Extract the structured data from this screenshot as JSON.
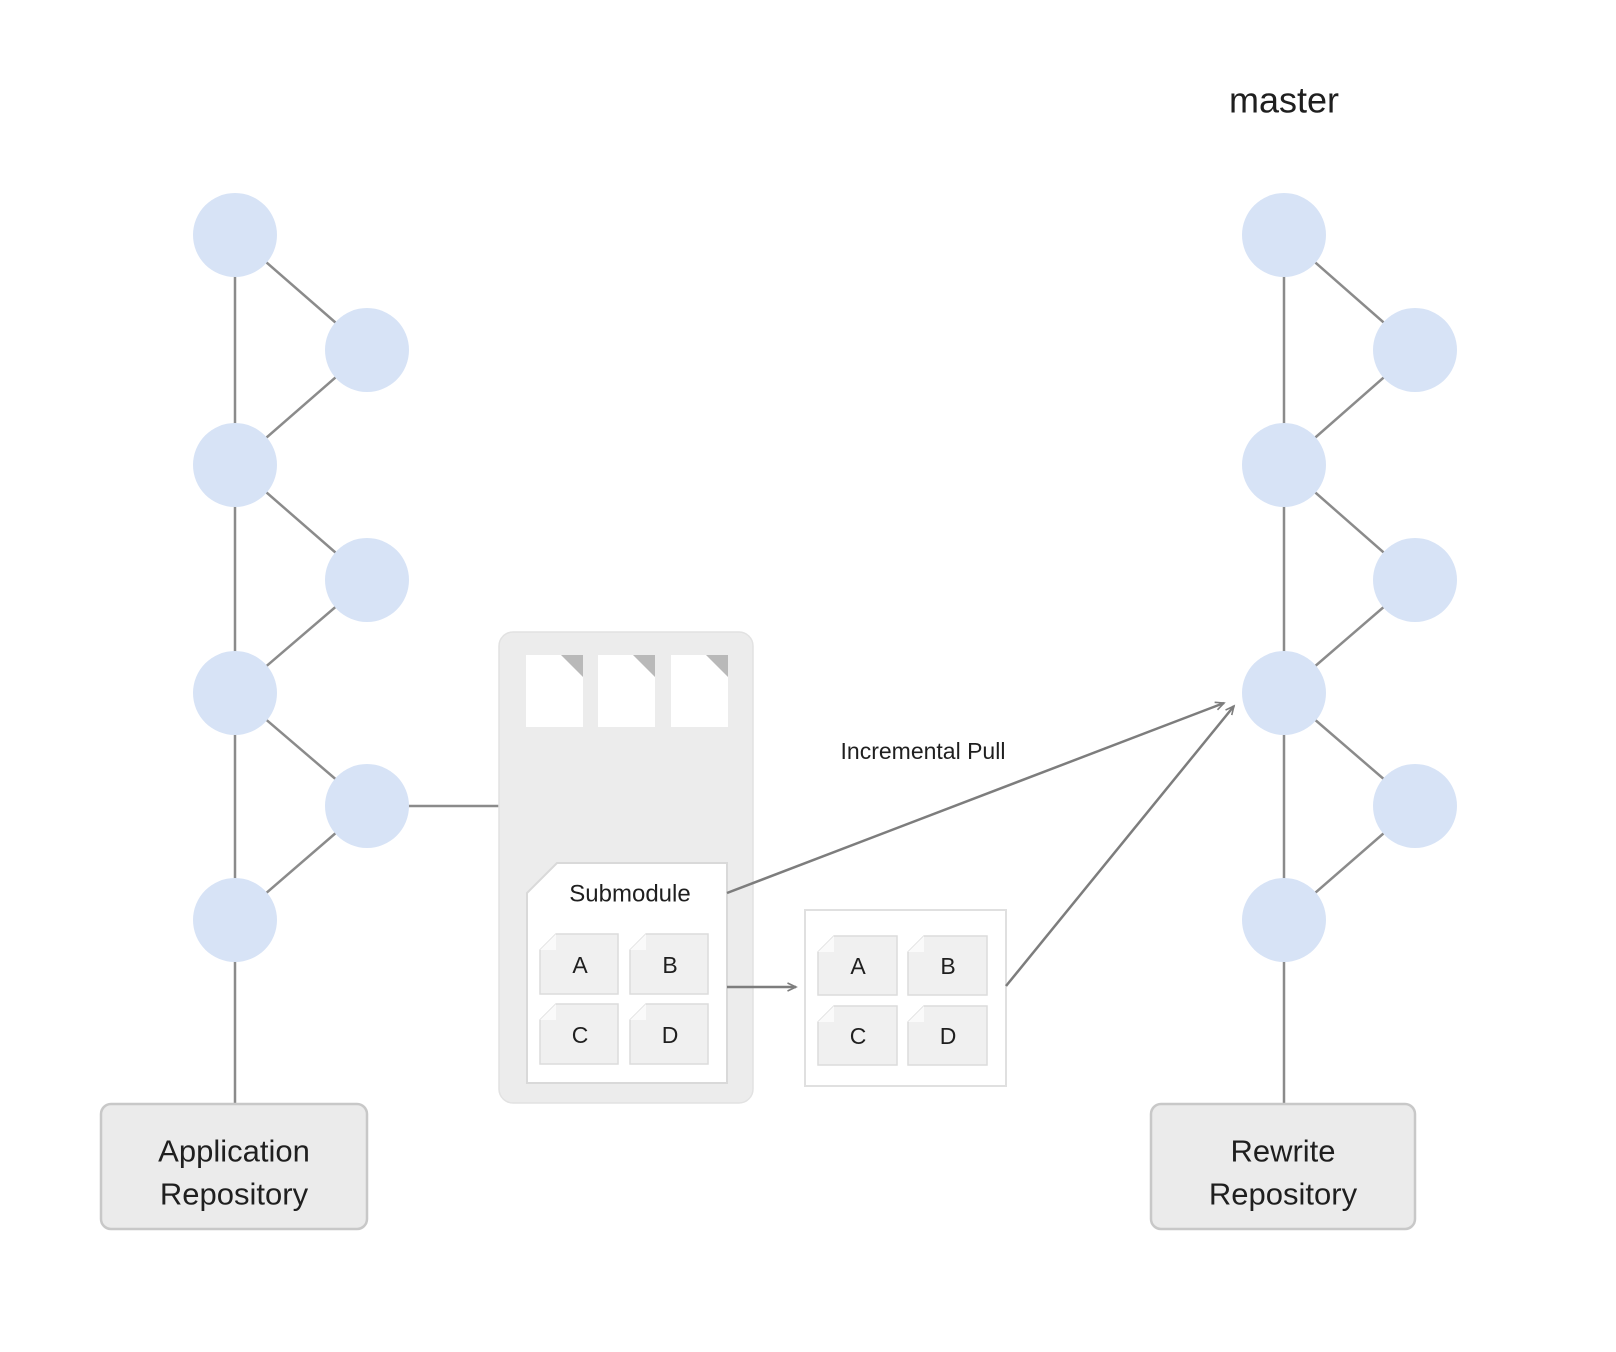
{
  "title": {
    "master": "master"
  },
  "arrows": {
    "incremental_pull_label": "Incremental Pull"
  },
  "submodule": {
    "label": "Submodule",
    "files": [
      "A",
      "B",
      "C",
      "D"
    ]
  },
  "extracted_files": [
    "A",
    "B",
    "C",
    "D"
  ],
  "application_repository": {
    "line1": "Application",
    "line2": "Repository"
  },
  "rewrite_repository": {
    "line1": "Rewrite",
    "line2": "Repository"
  },
  "colors": {
    "background": "#ffffff",
    "commit_node_fill": "#d7e3f6",
    "edge_stroke": "#8b8b8b",
    "arrow_stroke": "#7d7d7d",
    "container_fill": "#ececec",
    "container_border": "#e2e2e2",
    "submodule_box_fill": "#ffffff",
    "submodule_box_border": "#d9d9d9",
    "mini_file_fill": "#f0f0f0",
    "mini_file_border": "#dcdcdc",
    "file_fold": "#b9b9b9",
    "label_box_fill": "#ebebeb",
    "label_box_border": "#c8c8c8",
    "text": "#1f1f1f"
  }
}
